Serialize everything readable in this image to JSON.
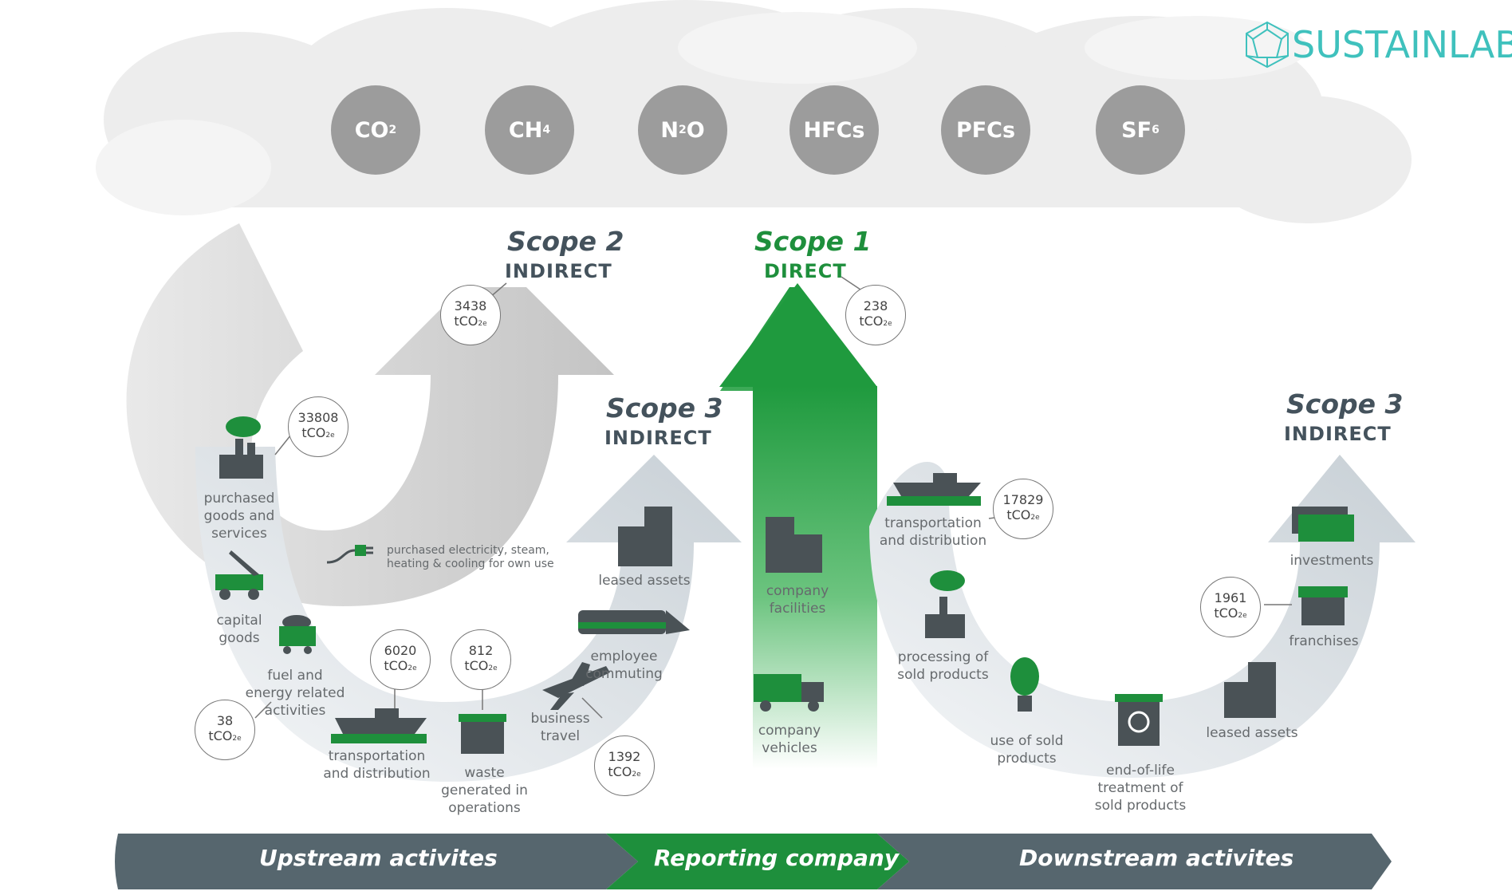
{
  "logo": {
    "text": "SUSTAINLAB",
    "icon": "geodesic-sphere-icon",
    "color": "#3fc1bd"
  },
  "gases": [
    {
      "base": "CO",
      "sub": "2"
    },
    {
      "base": "CH",
      "sub": "4"
    },
    {
      "base": "N",
      "sub": "2",
      "tail": "O"
    },
    {
      "base": "HFCs",
      "sub": ""
    },
    {
      "base": "PFCs",
      "sub": ""
    },
    {
      "base": "SF",
      "sub": "6"
    }
  ],
  "scopes": {
    "scope2": {
      "title": "Scope 2",
      "subtitle": "INDIRECT"
    },
    "scope1": {
      "title": "Scope 1",
      "subtitle": "DIRECT"
    },
    "scope3_up": {
      "title": "Scope 3",
      "subtitle": "INDIRECT"
    },
    "scope3_down": {
      "title": "Scope 3",
      "subtitle": "INDIRECT"
    }
  },
  "emissions_unit": "tCO",
  "emissions_unit_sub": "2e",
  "emissions": {
    "scope2": "3438",
    "scope1": "238",
    "purchased_goods": "33808",
    "fuel_energy": "38",
    "transport_up": "6020",
    "waste": "812",
    "business_travel": "1392",
    "transport_down": "17829",
    "franchises": "1961"
  },
  "labels": {
    "purchased_goods": "purchased\ngoods and\nservices",
    "capital_goods": "capital\ngoods",
    "fuel_energy": "fuel and\nenergy related\nactivities",
    "transport_up": "transportation\nand distribution",
    "waste": "waste\ngenerated in\noperations",
    "business_travel": "business\ntravel",
    "employee_commuting": "employee\ncommuting",
    "leased_assets_up": "leased assets",
    "purchased_electricity": "purchased electricity, steam,\nheating & cooling for own use",
    "company_facilities": "company\nfacilities",
    "company_vehicles": "company\nvehicles",
    "transport_down": "transportation\nand distribution",
    "processing": "processing of\nsold products",
    "use_of_sold": "use of sold\nproducts",
    "end_of_life": "end-of-life\ntreatment of\nsold products",
    "leased_assets_down": "leased assets",
    "franchises": "franchises",
    "investments": "investments"
  },
  "band": {
    "upstream": "Upstream activites",
    "reporting": "Reporting company",
    "downstream": "Downstream activites"
  },
  "colors": {
    "green": "#1e8f3c",
    "dark_slate": "#55656d",
    "gas_grey": "#9c9c9c",
    "text_slate": "#44525c"
  }
}
